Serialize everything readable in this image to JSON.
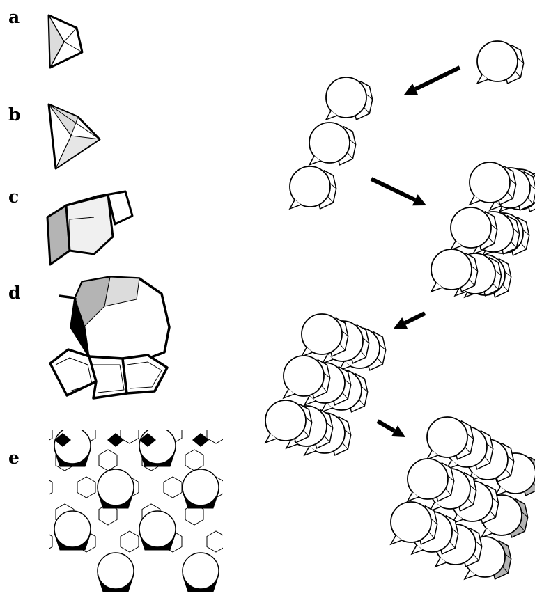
{
  "panel_labels": {
    "a": "a",
    "b": "b",
    "c": "c",
    "d": "d",
    "e": "e"
  },
  "colors": {
    "line": "#000000",
    "shade_light": "#dcdcdc",
    "shade_mid": "#b4b4b4",
    "shade_dark": "#8c8c8c",
    "fill_black": "#000000",
    "background": "#ffffff"
  }
}
